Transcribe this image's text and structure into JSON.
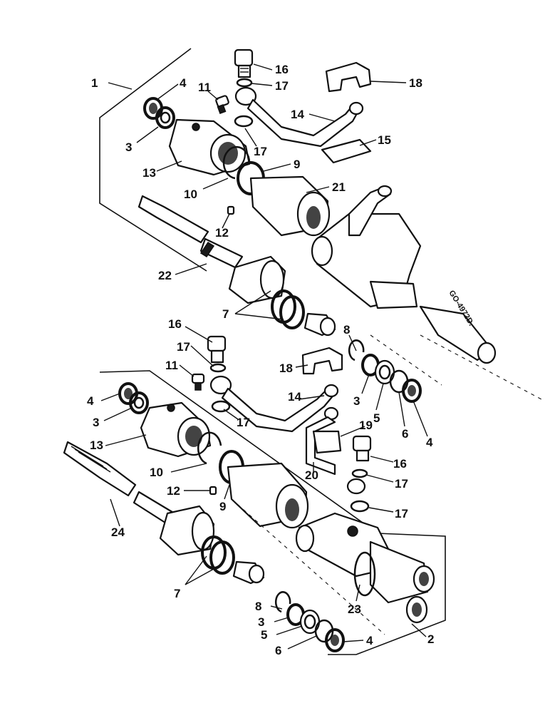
{
  "reference_code": "GO-4972D.",
  "callouts": {
    "c1": "1",
    "c2": "2",
    "c3a": "3",
    "c3b": "3",
    "c3c": "3",
    "c3d": "3",
    "c4a": "4",
    "c4b": "4",
    "c4c": "4",
    "c4d": "4",
    "c5a": "5",
    "c5b": "5",
    "c6a": "6",
    "c6b": "6",
    "c7a": "7",
    "c7b": "7",
    "c8a": "8",
    "c8b": "8",
    "c9a": "9",
    "c9b": "9",
    "c10a": "10",
    "c10b": "10",
    "c11a": "11",
    "c11b": "11",
    "c12a": "12",
    "c12b": "12",
    "c13a": "13",
    "c13b": "13",
    "c14a": "14",
    "c14b": "14",
    "c15": "15",
    "c16a": "16",
    "c16b": "16",
    "c16c": "16",
    "c17a": "17",
    "c17b": "17",
    "c17c": "17",
    "c17d": "17",
    "c17e": "17",
    "c18a": "18",
    "c18b": "18",
    "c19": "19",
    "c20": "20",
    "c21": "21",
    "c22": "22",
    "c23": "23",
    "c24": "24"
  }
}
